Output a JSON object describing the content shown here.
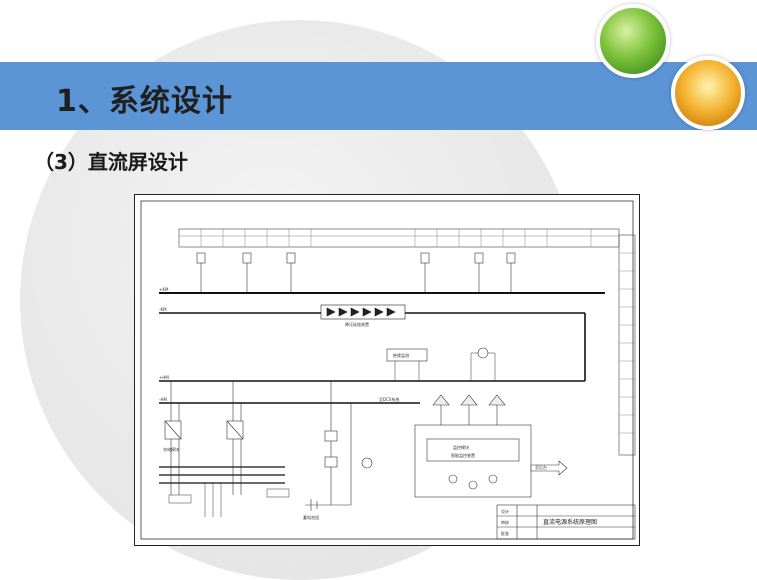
{
  "slide": {
    "title": "1、系统设计",
    "subtitle": "（3）直流屏设计"
  },
  "diagram": {
    "title_block_name": "直流电源系统原理图",
    "title_block_fields": [
      "设计",
      "审核",
      "批准"
    ],
    "notes": {
      "bus_top": "+KM",
      "bus_second": "-KM",
      "bus_third": "+HM",
      "bus_fourth": "-HM",
      "diode_label": "降压硅链装置",
      "monitor_label": "监控模块",
      "monitor_sub": "智能监控装置",
      "insulation_label": "绝缘监测",
      "battery_label": "蓄电池组",
      "arrow_label": "至后台",
      "to_dcs": "至DCS系统",
      "charger_label": "充电模块"
    }
  },
  "colors": {
    "title_bar": "#5b95d6",
    "text": "#1a1a1a"
  }
}
